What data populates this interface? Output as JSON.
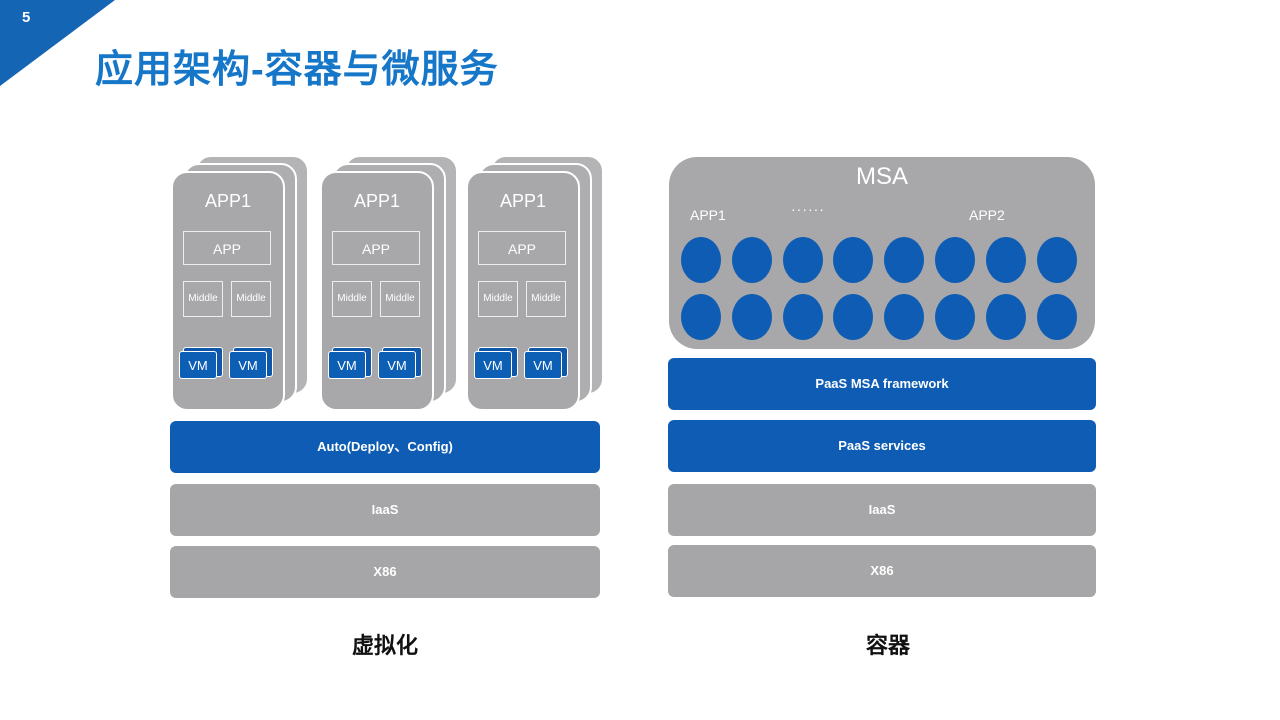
{
  "slide": {
    "number": "5",
    "title": "应用架构-容器与微服务"
  },
  "virtualization": {
    "caption": "虚拟化",
    "stacks": [
      {
        "app_title": "APP1",
        "app_box": "APP",
        "middle_left": "Middle",
        "middle_right": "Middle",
        "vm_left": "VM",
        "vm_right": "VM"
      },
      {
        "app_title": "APP1",
        "app_box": "APP",
        "middle_left": "Middle",
        "middle_right": "Middle",
        "vm_left": "VM",
        "vm_right": "VM"
      },
      {
        "app_title": "APP1",
        "app_box": "APP",
        "middle_left": "Middle",
        "middle_right": "Middle",
        "vm_left": "VM",
        "vm_right": "VM"
      }
    ],
    "layers": [
      "Auto(Deploy、Config)",
      "IaaS",
      "X86"
    ]
  },
  "container": {
    "caption": "容器",
    "msa_title": "MSA",
    "app_left": "APP1",
    "ellipsis": "······",
    "app_right": "APP2",
    "layers": [
      "PaaS MSA framework",
      "PaaS services",
      "IaaS",
      "X86"
    ]
  },
  "colors": {
    "accent_blue": "#0e5cb3",
    "title_blue": "#1677c9",
    "gray_block": "#a8a8aa"
  }
}
